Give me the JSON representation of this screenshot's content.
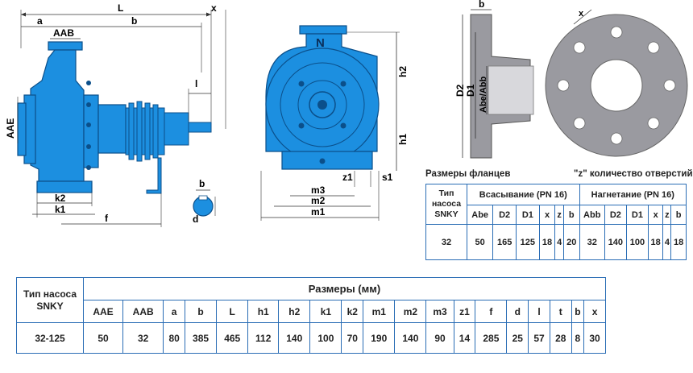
{
  "dims": {
    "front": {
      "L": "L",
      "x": "x",
      "a": "a",
      "b": "b",
      "AAB": "AAB",
      "AAE": "AAE",
      "l": "l",
      "k2": "k2",
      "k1": "k1",
      "f": "f"
    },
    "shaft": {
      "b": "b",
      "d": "d"
    },
    "side": {
      "N": "N",
      "h2": "h2",
      "h1": "h1",
      "z1": "z1",
      "s1": "s1",
      "m3": "m3",
      "m2": "m2",
      "m1": "m1"
    },
    "flange_section": {
      "b": "b",
      "D2": "D2",
      "D1": "D1",
      "bore": "Abe/Abb"
    },
    "flange_face": {
      "x": "x"
    }
  },
  "captions": {
    "flange_sizes": "Размеры фланцев",
    "holes": "\"z\" количество отверстий"
  },
  "flange_table": {
    "type_label": "Тип насоса SNKY",
    "suction": "Всасывание (PN 16)",
    "discharge": "Нагнетание (PN 16)",
    "suction_cols": [
      "Abe",
      "D2",
      "D1",
      "x",
      "z",
      "b"
    ],
    "discharge_cols": [
      "Abb",
      "D2",
      "D1",
      "x",
      "z",
      "b"
    ],
    "model": "32",
    "suction_vals": [
      "50",
      "165",
      "125",
      "18",
      "4",
      "20"
    ],
    "discharge_vals": [
      "32",
      "140",
      "100",
      "18",
      "4",
      "18"
    ]
  },
  "main_table": {
    "type_label": "Тип насоса SNKY",
    "group_label": "Размеры (мм)",
    "cols": [
      "AAE",
      "AAB",
      "a",
      "b",
      "L",
      "h1",
      "h2",
      "k1",
      "k2",
      "m1",
      "m2",
      "m3",
      "z1",
      "f",
      "d",
      "l",
      "t",
      "b",
      "x"
    ],
    "model": "32-125",
    "vals": [
      "50",
      "32",
      "80",
      "385",
      "465",
      "112",
      "140",
      "100",
      "70",
      "190",
      "140",
      "90",
      "14",
      "285",
      "25",
      "57",
      "28",
      "8",
      "30"
    ]
  },
  "colors": {
    "pump_blue": "#1c8fe0",
    "pump_dark": "#0b4f8a",
    "flange_grey": "#9a9aa0",
    "table_border": "#2a6db5",
    "header_blue": "#1f5fb3"
  }
}
